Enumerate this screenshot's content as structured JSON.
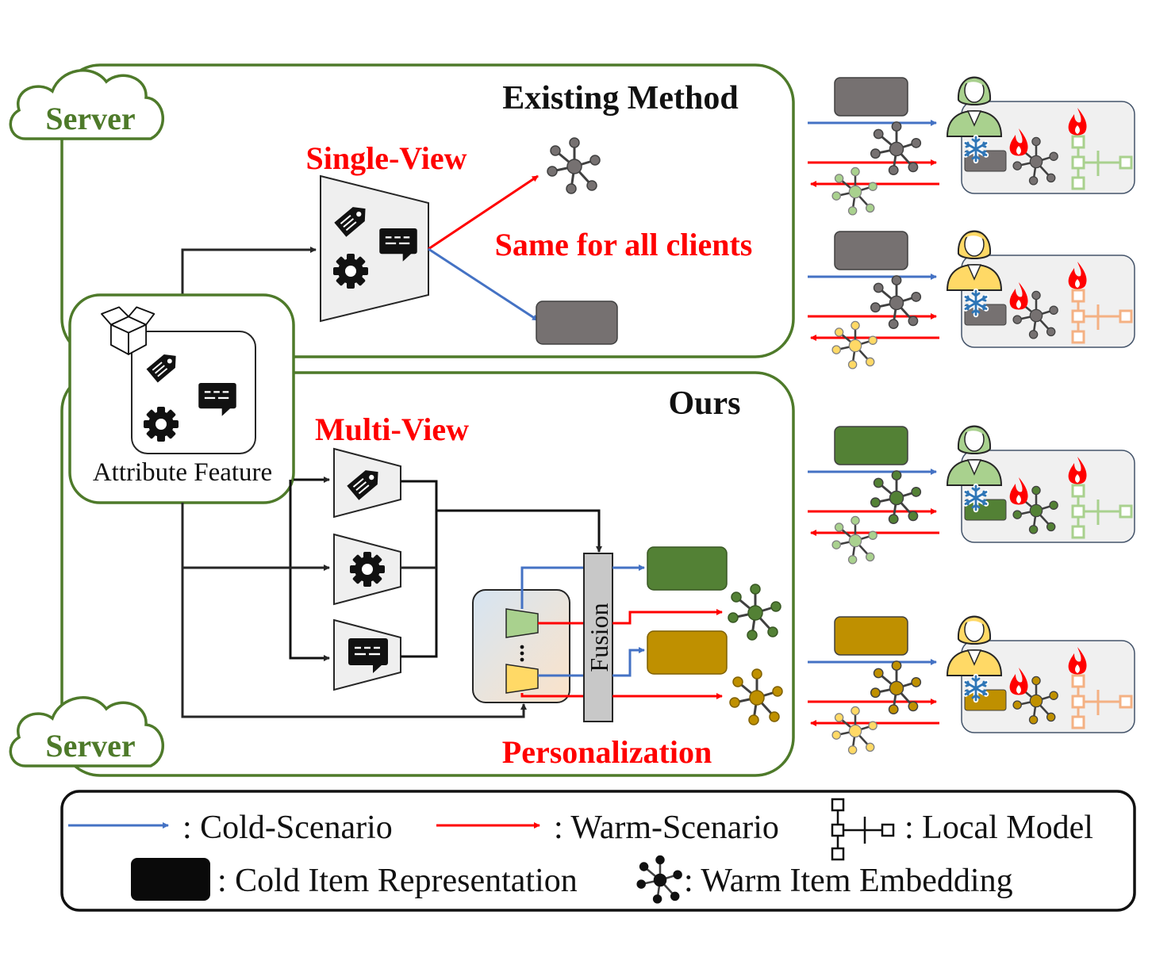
{
  "server_label": "Server",
  "existing": {
    "title": "Existing Method",
    "view_label": "Single-View",
    "note": "Same for all clients"
  },
  "ours": {
    "title": "Ours",
    "view_label": "Multi-View",
    "fusion_label": "Fusion",
    "personalization_label": "Personalization"
  },
  "attribute_label": "Attribute Feature",
  "legend": {
    "cold_scenario": ": Cold-Scenario",
    "warm_scenario": ": Warm-Scenario",
    "local_model": ": Local Model",
    "cold_item_representation": ": Cold Item Representation",
    "warm_item_embedding": ": Warm Item Embedding"
  },
  "colors": {
    "server_green": "#4e7a2a",
    "cold_blue": "#4472c4",
    "warm_red": "#ff0000",
    "shared_gray": "#767171",
    "client_green": "#538135",
    "client_gold": "#bf9000",
    "light_green": "#a9d18e",
    "light_gold": "#ffd966"
  },
  "icons": [
    "cloud-icon",
    "box-icon",
    "tag-icon",
    "gear-icon",
    "message-icon",
    "user-icon",
    "snowflake-icon",
    "flame-icon",
    "embedding-icon",
    "local-model-icon"
  ]
}
